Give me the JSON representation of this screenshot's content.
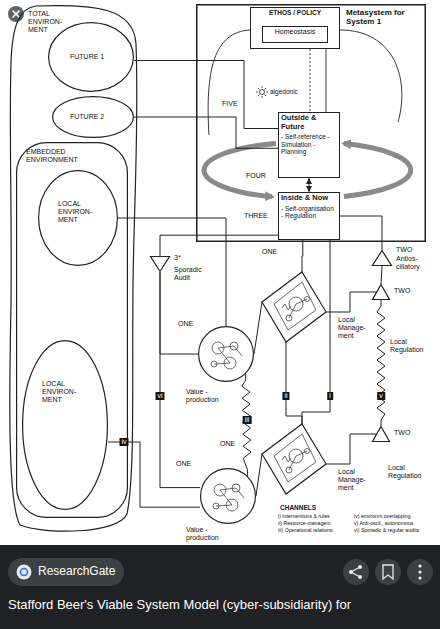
{
  "diagram": {
    "caption": "Stafford Beer's Viable System Model (cyber-subsidiarity) for",
    "nodes": [
      {
        "text": [
          "TOTAL ENVIRON- MENT"
        ]
      },
      {
        "text": [
          "FUTURE 1"
        ],
        "in": 0
      },
      {
        "text": [
          "FUTURE 2"
        ],
        "in": 0
      },
      {
        "text": [
          "EMBEDDED ENVIRONMENT"
        ],
        "in": 0
      },
      {
        "text": [
          "LOCAL ENVIRON- MENT"
        ],
        "in": 3
      },
      {
        "text": [
          "LOCAL ENVIRON- MENT"
        ],
        "in": 3
      },
      {
        "text": [
          "Metasystem for System 1"
        ]
      },
      {
        "text": [
          "ETHOS / POLICY"
        ],
        "in": 6
      },
      {
        "text": [
          "Homeostasis"
        ],
        "in": 7
      },
      {
        "text": [
          "Outside & Future",
          "- Self-reference - Simulation - Planning"
        ],
        "in": 6
      },
      {
        "text": [
          "Inside & Now",
          "- Self-organisation - Regulation"
        ],
        "in": 6
      },
      {
        "text": [
          "TWO",
          "Antios- cillatory"
        ]
      },
      {
        "text": [
          "3*",
          "Sporadic Audit"
        ]
      },
      {
        "text": [
          "Local Manage- ment"
        ]
      },
      {
        "text": [
          "Value - production"
        ]
      },
      {
        "text": [
          "TWO"
        ]
      },
      {
        "text": [
          "Local Manage- ment"
        ]
      },
      {
        "text": [
          "Value - production"
        ]
      },
      {
        "text": [
          "TWO"
        ]
      }
    ],
    "edges": [
      {
        "from": 1,
        "to": 9,
        "arrow": "none"
      },
      {
        "from": 2,
        "to": 9,
        "arrow": "none"
      },
      {
        "from": 9,
        "to": 10,
        "arrow": "both"
      },
      {
        "from": 10,
        "to": 11,
        "arrow": "none"
      },
      {
        "from": 10,
        "to": 13,
        "arrow": "none"
      },
      {
        "from": 10,
        "to": 16,
        "arrow": "none"
      },
      {
        "from": 10,
        "to": 12,
        "arrow": "none"
      },
      {
        "from": 12,
        "to": 14,
        "arrow": "none"
      },
      {
        "from": 12,
        "to": 17,
        "arrow": "none"
      },
      {
        "from": 13,
        "to": 14,
        "arrow": "none"
      },
      {
        "from": 16,
        "to": 17,
        "arrow": "none"
      },
      {
        "from": 14,
        "to": 17,
        "arrow": "none"
      },
      {
        "from": 13,
        "to": 16,
        "arrow": "none"
      },
      {
        "from": 15,
        "to": 18,
        "arrow": "none"
      },
      {
        "from": 11,
        "to": 15,
        "arrow": "none"
      },
      {
        "from": 15,
        "to": 13,
        "arrow": "none"
      },
      {
        "from": 18,
        "to": 16,
        "arrow": "none"
      },
      {
        "from": 4,
        "to": 14,
        "arrow": "none"
      },
      {
        "from": 5,
        "to": 17,
        "arrow": "none"
      }
    ],
    "labels": [
      "FIVE",
      "algedonic",
      "FOUR",
      "THREE",
      "ONE",
      "ONE",
      "ONE",
      "ONE",
      "Local Regulation",
      "Local Regulation",
      "vi",
      "iii",
      "ii",
      "i",
      "v",
      "iv",
      "CHANNELS",
      "i) Interventions & rules",
      "ii) Resource-managem",
      "iii) Operational relations",
      "iv) environm.overlapping",
      "v) Anti-oscil., autonomous",
      "vi) Sporadic & regular audits",
      "ResearchGate"
    ]
  }
}
